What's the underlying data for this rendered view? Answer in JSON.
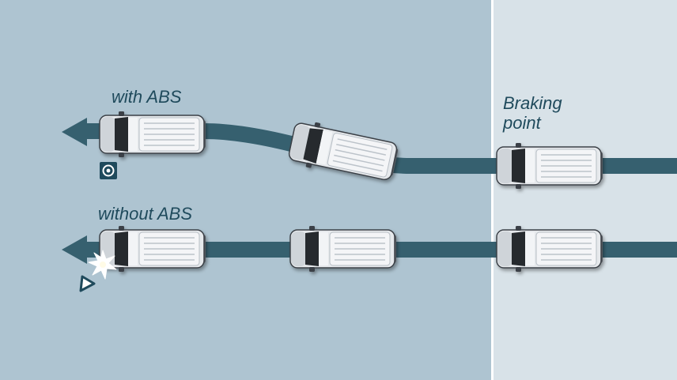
{
  "labels": {
    "with_abs": "with ABS",
    "without_abs": "without ABS",
    "braking_point_line1": "Braking",
    "braking_point_line2": "point"
  },
  "icons": {
    "abs_indicator": "abs-warning-light-icon",
    "obstacle": "traffic-cone-icon",
    "impact": "collision-burst-icon"
  },
  "colors": {
    "road_zone": "#aec4d1",
    "pre_brake_zone": "#d8e2e8",
    "divider": "#ffffff",
    "path": "#36606f",
    "text": "#1f4a5c",
    "van_body": "#e6e9ec",
    "van_glass": "#252a2e"
  },
  "scenarios": [
    {
      "name": "with ABS",
      "vehicle_count": 3,
      "outcome": "vehicle steers around obstacle"
    },
    {
      "name": "without ABS",
      "vehicle_count": 3,
      "outcome": "vehicle collides with obstacle"
    }
  ]
}
